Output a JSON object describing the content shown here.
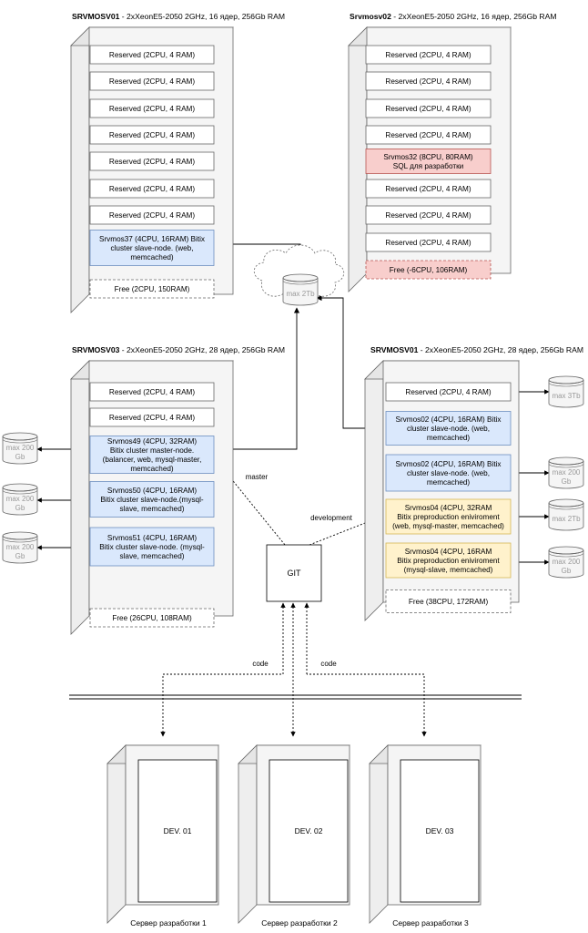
{
  "servers": [
    {
      "title_bold": "SRVMOSV01",
      "title_rest": " - 2xXeonE5-2050 2GHz, 16 ядер, 256Gb RAM",
      "slots": [
        {
          "lines": [
            "Reserved (2CPU, 4 RAM)"
          ],
          "style": "plain"
        },
        {
          "lines": [
            "Reserved (2CPU, 4 RAM)"
          ],
          "style": "plain"
        },
        {
          "lines": [
            "Reserved (2CPU, 4 RAM)"
          ],
          "style": "plain"
        },
        {
          "lines": [
            "Reserved (2CPU, 4 RAM)"
          ],
          "style": "plain"
        },
        {
          "lines": [
            "Reserved (2CPU, 4 RAM)"
          ],
          "style": "plain"
        },
        {
          "lines": [
            "Reserved (2CPU, 4 RAM)"
          ],
          "style": "plain"
        },
        {
          "lines": [
            "Reserved (2CPU, 4 RAM)"
          ],
          "style": "plain"
        },
        {
          "lines": [
            "Srvmos37 (4CPU, 16RAM) Bitix",
            "cluster slave-node. (web,",
            "memcached)"
          ],
          "style": "blue"
        },
        {
          "lines": [
            "Free (2CPU, 150RAM)"
          ],
          "style": "free"
        }
      ]
    },
    {
      "title_bold": "Srvmosv02",
      "title_rest": " - 2xXeonE5-2050 2GHz, 16 ядер, 256Gb RAM",
      "slots": [
        {
          "lines": [
            "Reserved (2CPU, 4 RAM)"
          ],
          "style": "plain"
        },
        {
          "lines": [
            "Reserved (2CPU, 4 RAM)"
          ],
          "style": "plain"
        },
        {
          "lines": [
            "Reserved (2CPU, 4 RAM)"
          ],
          "style": "plain"
        },
        {
          "lines": [
            "Reserved (2CPU, 4 RAM)"
          ],
          "style": "plain"
        },
        {
          "lines": [
            "Srvmos32 (8CPU, 80RAM)",
            "SQL для разработки"
          ],
          "style": "red"
        },
        {
          "lines": [
            "Reserved (2CPU, 4 RAM)"
          ],
          "style": "plain"
        },
        {
          "lines": [
            "Reserved (2CPU, 4 RAM)"
          ],
          "style": "plain"
        },
        {
          "lines": [
            "Reserved (2CPU, 4 RAM)"
          ],
          "style": "plain"
        },
        {
          "lines": [
            "Free (-6CPU, 106RAM)"
          ],
          "style": "redfree"
        }
      ]
    },
    {
      "title_bold": "SRVMOSV03",
      "title_rest": " - 2xXeonE5-2050 2GHz, 28 ядер, 256Gb RAM",
      "slots": [
        {
          "lines": [
            "Reserved (2CPU, 4 RAM)"
          ],
          "style": "plain"
        },
        {
          "lines": [
            "Reserved (2CPU, 4 RAM)"
          ],
          "style": "plain"
        },
        {
          "lines": [
            "Srvmos49 (4CPU, 32RAM)",
            "Bitix cluster master-node.",
            "(balancer, web, mysql-master,",
            "memcached)"
          ],
          "style": "blue"
        },
        {
          "lines": [
            "Srvmos50 (4CPU, 16RAM)",
            "Bitix cluster slave-node.(mysql-",
            "slave, memcached)"
          ],
          "style": "blue"
        },
        {
          "lines": [
            "Srvmos51 (4CPU, 16RAM)",
            "Bitix cluster slave-node. (mysql-",
            "slave, memcached)"
          ],
          "style": "blue"
        },
        {
          "lines": [
            "Free (26CPU, 108RAM)"
          ],
          "style": "free"
        }
      ]
    },
    {
      "title_bold": "SRVMOSV01",
      "title_rest": " - 2xXeonE5-2050 2GHz, 28 ядер, 256Gb RAM",
      "slots": [
        {
          "lines": [
            "Reserved (2CPU, 4 RAM)"
          ],
          "style": "plain"
        },
        {
          "lines": [
            "Srvmos02 (4CPU, 16RAM) Bitix",
            "cluster slave-node. (web,",
            "memcached)"
          ],
          "style": "blue"
        },
        {
          "lines": [
            "Srvmos02 (4CPU, 16RAM) Bitix",
            "cluster slave-node. (web,",
            "memcached)"
          ],
          "style": "blue"
        },
        {
          "lines": [
            "Srvmos04 (4CPU, 32RAM",
            "Bitix preproduction eniviroment",
            "(web, mysql-master, memcached)"
          ],
          "style": "yellow"
        },
        {
          "lines": [
            "Srvmos04 (4CPU, 16RAM",
            "Bitix preproduction eniviroment",
            "(mysql-slave, memcached)"
          ],
          "style": "yellow"
        },
        {
          "lines": [
            "Free (38CPU, 172RAM)"
          ],
          "style": "free"
        }
      ]
    }
  ],
  "storage": {
    "cloud": [
      "max 2Tb"
    ],
    "left": [
      [
        "max 200",
        "Gb"
      ],
      [
        "max 200",
        "Gb"
      ],
      [
        "max 200",
        "Gb"
      ]
    ],
    "right": [
      [
        "max 3Tb"
      ],
      [
        "max 200",
        "Gb"
      ],
      [
        "max 2Tb"
      ],
      [
        "max 200",
        "Gb"
      ]
    ]
  },
  "git": {
    "label": "GIT"
  },
  "edge_labels": {
    "master": "master",
    "development": "development",
    "code_left": "code",
    "code_right": "code"
  },
  "dev_servers": [
    {
      "label": "DEV. 01",
      "caption": "Сервер разработки 1"
    },
    {
      "label": "DEV. 02",
      "caption": "Сервер разработки 2"
    },
    {
      "label": "DEV. 03",
      "caption": "Сервер разработки 3"
    }
  ],
  "colors": {
    "blue_fill": "#dae8fc",
    "blue_stroke": "#6c8ebf",
    "red_fill": "#f8cecc",
    "red_stroke": "#b85450",
    "yellow_fill": "#fff2cc",
    "yellow_stroke": "#d6b656",
    "cabinet": "#f5f5f5",
    "stroke": "#666666",
    "storage_fill": "#f5f5f5",
    "storage_text": "#999999"
  }
}
